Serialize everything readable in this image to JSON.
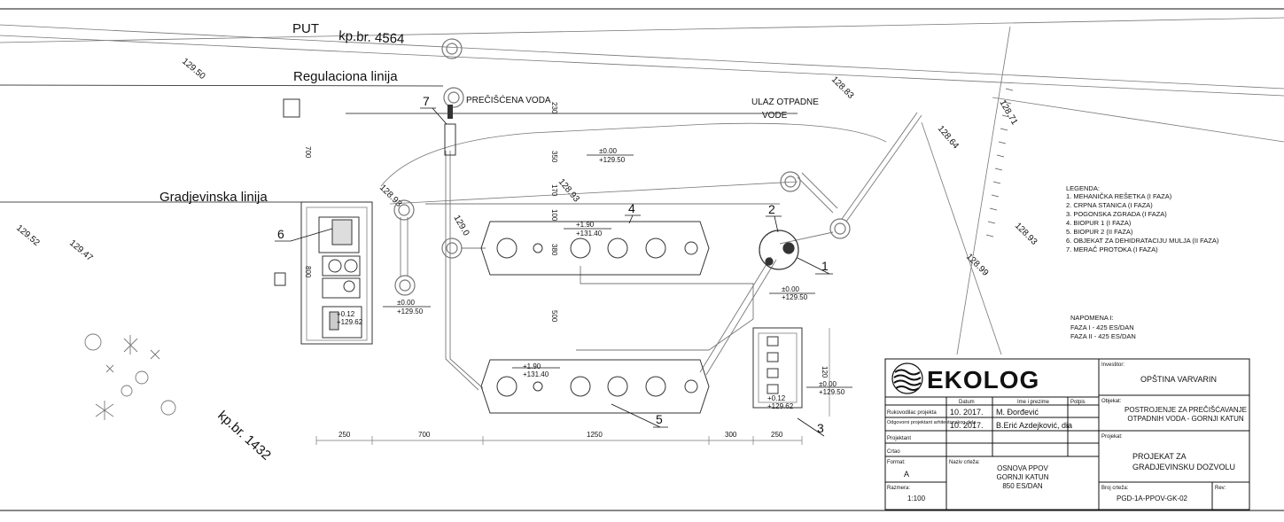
{
  "labels": {
    "road": "PUT",
    "road_parcel": "kp.br. 4564",
    "regulation_line": "Regulaciona linija",
    "building_line": "Gradjevinska linija",
    "treated_water": "PREČIŠĆENA VODA",
    "inlet_line1": "ULAZ OTPADNE",
    "inlet_line2": "VODE",
    "parcel_bottom": "kp.br. 1432"
  },
  "callouts": [
    "1",
    "2",
    "3",
    "4",
    "5",
    "6",
    "7"
  ],
  "elevations": {
    "e1a": "±0.00",
    "e1b": "+129.50",
    "e2a": "+1.90",
    "e2b": "+131.40",
    "e3a": "±0.00",
    "e3b": "+129.50",
    "e4a": "±0.00",
    "e4b": "+129.50",
    "e5a": "+0.12",
    "e5b": "+129.62",
    "e6a": "+1.90",
    "e6b": "+131.40",
    "e7a": "±0.00",
    "e7b": "+129.50",
    "e8a": "+0.12",
    "e8b": "+129.62"
  },
  "contours": [
    "129.50",
    "128.83",
    "128.71",
    "128.64",
    "128.93",
    "129.0",
    "128.93",
    "128.99",
    "129.52",
    "129.47",
    "128.93"
  ],
  "dimensions": {
    "bottom": [
      "250",
      "700",
      "1250",
      "300",
      "250"
    ],
    "vertical": [
      "700",
      "230",
      "350",
      "170",
      "100",
      "380",
      "500",
      "120",
      "800"
    ]
  },
  "legend": {
    "title": "LEGENDA:",
    "items": [
      "1. MEHANIČKA REŠETKA (I FAZA)",
      "2. CRPNA STANICA (I FAZA)",
      "3. POGONSKA ZGRADA (I FAZA)",
      "4. BIOPUR 1 (I FAZA)",
      "5. BIOPUR 2 (II FAZA)",
      "6. OBJEKAT ZA DEHIDRATACIJU MULJA (II FAZA)",
      "7. MERAČ PROTOKA (I FAZA)"
    ]
  },
  "note": {
    "title": "NAPOMENA I:",
    "lines": [
      "FAZA I - 425 ES/DAN",
      "FAZA II - 425 ES/DAN"
    ]
  },
  "title_block": {
    "company": "EKOLOG",
    "col_datum": "Datum",
    "col_ime": "Ime i prezime",
    "col_potpis": "Potpis",
    "row1_label": "Rukovodilac projekta",
    "row1_date": "10. 2017.",
    "row1_name": "M. Đorđević",
    "row2_label": "Odgovorni projektant arhitektonskog dela",
    "row2_date": "10. 2017.",
    "row2_name": "B.Erić Azdejković, dia",
    "row3_label": "Projektant",
    "row4_label": "Crtao",
    "format_label": "Format:",
    "format_value": "A",
    "drawing_label": "Naziv crteža:",
    "drawing_l1": "OSNOVA PPOV",
    "drawing_l2": "GORNJI KATUN",
    "drawing_l3": "850 ES/DAN",
    "scale_label": "Razmera:",
    "scale_value": "1:100",
    "investor_label": "Investitor:",
    "investor_value": "OPŠTINA VARVARIN",
    "object_label": "Objekat:",
    "object_l1": "POSTROJENJE ZA PREČIŠĆAVANJE",
    "object_l2": "OTPADNIH VODA - GORNJI KATUN",
    "project_label": "Projekat:",
    "project_l1": "PROJEKAT ZA",
    "project_l2": "GRADJEVINSKU DOZVOLU",
    "sheet_label": "Broj crteža:",
    "sheet_value": "PGD-1A-PPOV-GK-02",
    "rev_label": "Rev:"
  }
}
